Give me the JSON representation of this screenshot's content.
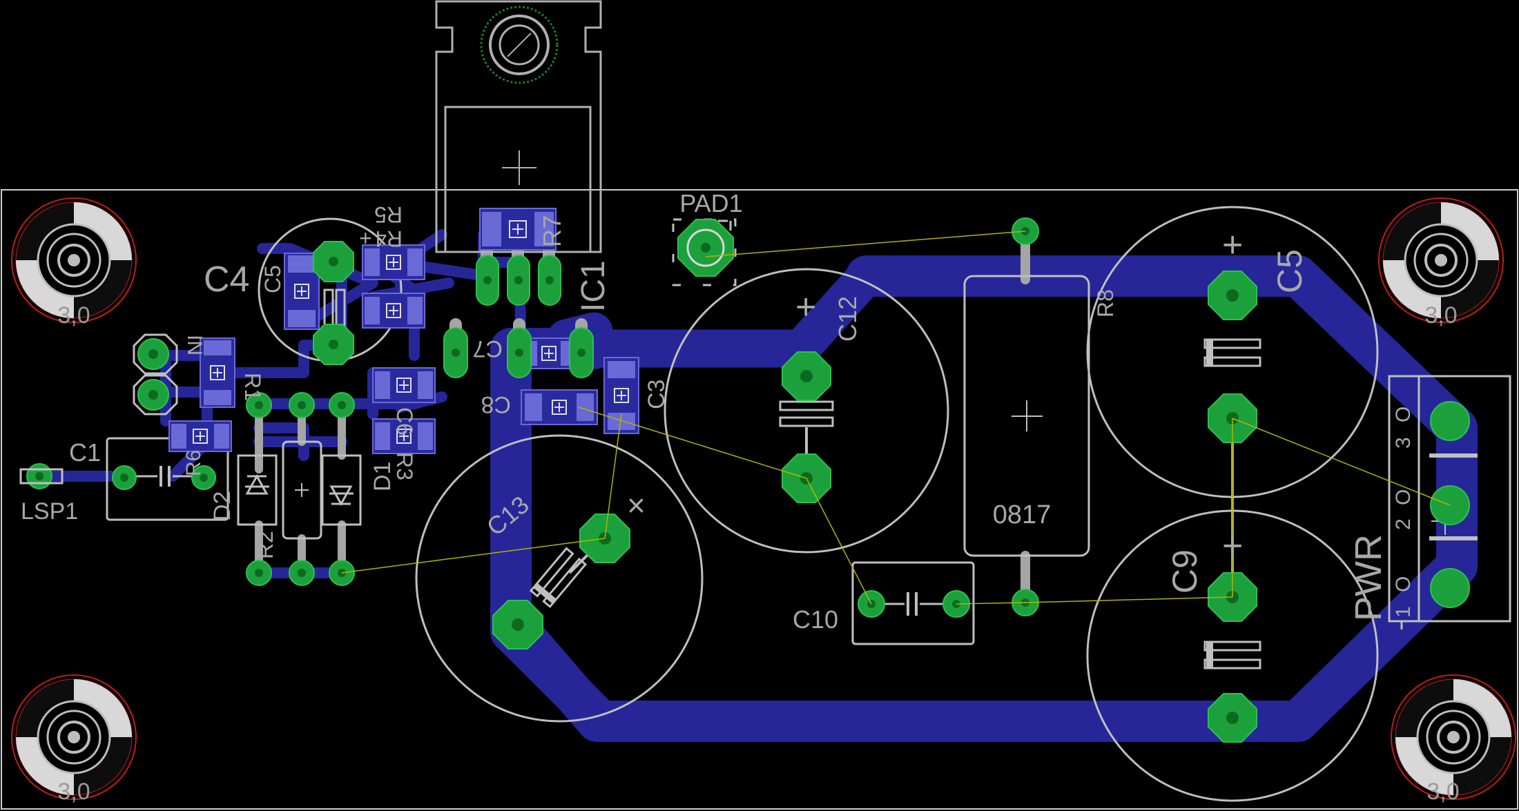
{
  "colors": {
    "background": "#000000",
    "silkscreen": "#b8b8b8",
    "copper_bottom": "#2a2aa0",
    "smd_pad": "#6868d8",
    "pad": "#1ca03c",
    "airwire": "#b4b400",
    "keepout": "#c41a1a",
    "outline": "#d0d0d0"
  },
  "labels": {
    "pad1": "PAD1",
    "c4": "C4",
    "c5_small": "C5",
    "r5": "R5",
    "r4": "R4",
    "r7": "R7",
    "ic1": "IC1",
    "c7": "C7",
    "c8": "C8",
    "c3": "C3",
    "c6": "C6",
    "d1": "D1",
    "r3": "R3",
    "d2": "D2",
    "r2": "R2",
    "c1": "C1",
    "lsp1": "LSP1",
    "in": "IN",
    "r1": "R1",
    "r6": "R6",
    "c12": "C12",
    "c13": "C13",
    "c10": "C10",
    "r8": "R8",
    "r8_value": "0817",
    "c5": "C5",
    "c9": "C9",
    "pwr": "PWR",
    "pin1": "1",
    "pin2": "2",
    "pin3": "3",
    "pin_o1": "O",
    "pin_o2": "O",
    "pin_o3": "O",
    "hole_tl": "3,0",
    "hole_tr": "3,0",
    "hole_bl": "3,0",
    "hole_br": "3,0",
    "plus_c4": "+",
    "plus_c12": "+",
    "plus_c5": "+",
    "plus_c9": "+",
    "x_c13": "×"
  }
}
